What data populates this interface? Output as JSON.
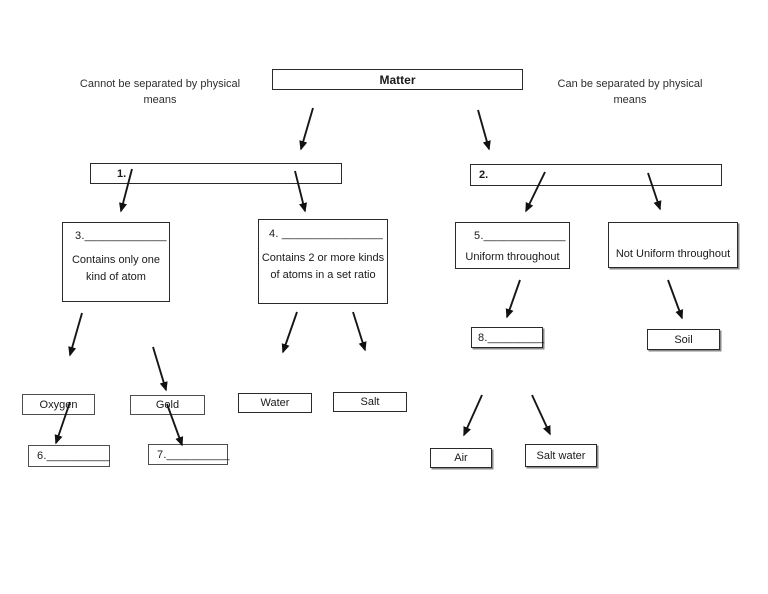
{
  "diagram": {
    "root_label": "Matter",
    "caption_left": "Cannot be separated by physical\nmeans",
    "caption_right": "Can be separated by physical\nmeans",
    "box1_label": "1.",
    "box2_label": "2.",
    "box3_blank": "3._____________",
    "box3_desc": "Contains only one\nkind of atom",
    "box4_blank": "4. ________________",
    "box4_desc": "Contains 2 or more kinds\nof atoms in a set ratio",
    "box5_blank": "5._____________",
    "box5_desc": "Uniform throughout",
    "not_uniform_label": "Not Uniform throughout",
    "box8_blank": "8._________",
    "soil_label": "Soil",
    "oxygen_label": "Oxygen",
    "gold_label": "Gold",
    "water_label": "Water",
    "salt_label": "Salt",
    "box6_blank": "6.__________",
    "box7_blank": "7.__________",
    "air_label": "Air",
    "salt_water_label": "Salt water"
  }
}
